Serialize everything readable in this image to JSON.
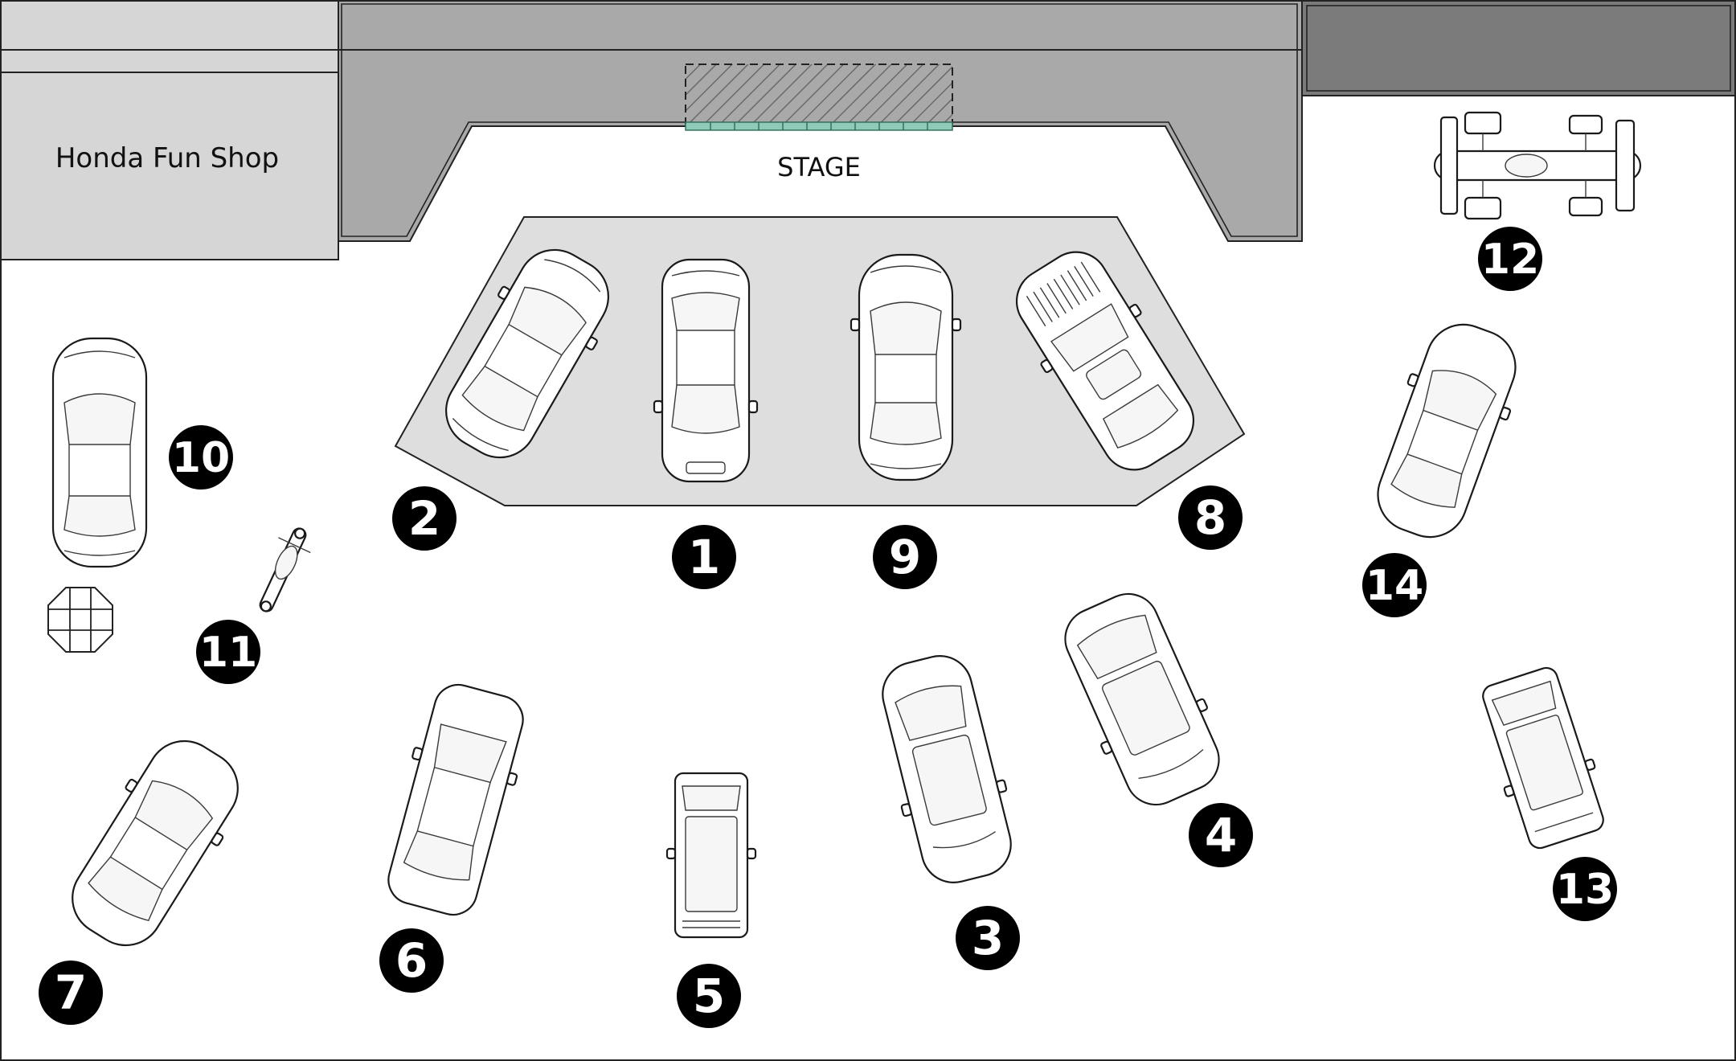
{
  "shop": {
    "label": "Honda Fun Shop"
  },
  "stage": {
    "label": "STAGE"
  },
  "colors": {
    "building_light": "#d6d6d6",
    "building_mid": "#a9a9a9",
    "building_dark": "#7b7b7b",
    "platform": "#dedede",
    "stage_edge": "#8fc9b7",
    "marker": "#000000",
    "outline": "#222222"
  },
  "markers": [
    {
      "id": "1",
      "label": "1",
      "vehicle": "car"
    },
    {
      "id": "2",
      "label": "2",
      "vehicle": "car"
    },
    {
      "id": "3",
      "label": "3",
      "vehicle": "car"
    },
    {
      "id": "4",
      "label": "4",
      "vehicle": "car"
    },
    {
      "id": "5",
      "label": "5",
      "vehicle": "van"
    },
    {
      "id": "6",
      "label": "6",
      "vehicle": "car"
    },
    {
      "id": "7",
      "label": "7",
      "vehicle": "car"
    },
    {
      "id": "8",
      "label": "8",
      "vehicle": "car"
    },
    {
      "id": "9",
      "label": "9",
      "vehicle": "car"
    },
    {
      "id": "10",
      "label": "10",
      "vehicle": "car"
    },
    {
      "id": "11",
      "label": "11",
      "vehicle": "motorcycle"
    },
    {
      "id": "12",
      "label": "12",
      "vehicle": "formula-car"
    },
    {
      "id": "13",
      "label": "13",
      "vehicle": "car"
    },
    {
      "id": "14",
      "label": "14",
      "vehicle": "car"
    }
  ],
  "icons": {
    "booth": "octagon-grid-icon",
    "vehicle": "car-icon",
    "motorcycle": "motorcycle-icon",
    "formula": "formula-car-icon"
  }
}
